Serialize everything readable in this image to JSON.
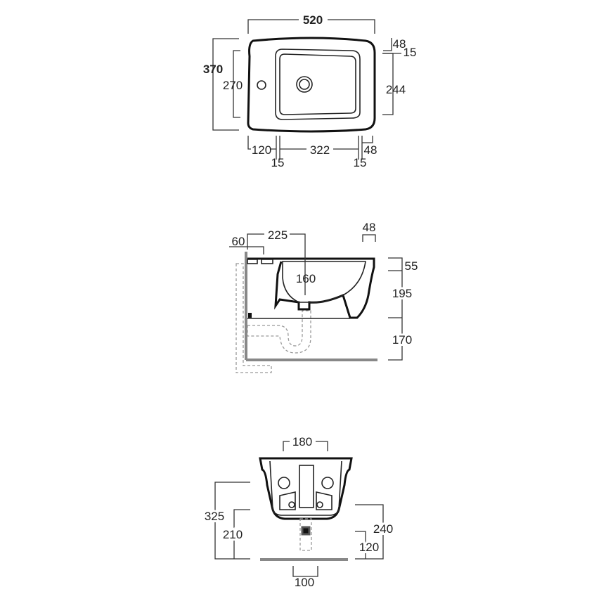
{
  "top_view": {
    "overall_width": "520",
    "overall_depth": "370",
    "bowl_depth": "270",
    "inner_depth": "244",
    "back_rim": "48",
    "rim_gap": "15",
    "tap_offset": "120",
    "fixing_spacing": "322",
    "front_rim": "48",
    "fixing_left": "15",
    "fixing_right": "15"
  },
  "side_view": {
    "wall_to_drain": "225",
    "wall_offset": "60",
    "front_rim": "48",
    "drain_height": "160",
    "rim_height": "55",
    "bowl_height": "195",
    "floor_clearance": "170"
  },
  "front_view": {
    "fixing_spacing": "180",
    "overall_height": "325",
    "fixing_height": "210",
    "side_height": "240",
    "waste_height": "120",
    "waste_width": "100"
  },
  "colors": {
    "line": "#111111",
    "dimension": "#333333",
    "floor": "#888888",
    "hidden": "#999999"
  }
}
